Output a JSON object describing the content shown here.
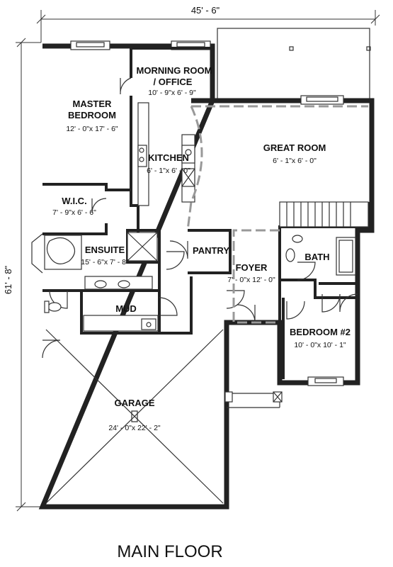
{
  "dimensions": {
    "width_label": "45' - 6\"",
    "depth_label": "61' - 8\""
  },
  "title": "MAIN FLOOR",
  "rooms": {
    "morning_room": {
      "name_line1": "MORNING ROOM",
      "name_line2": "/ OFFICE",
      "size": "10' - 9\"x 6' - 9\""
    },
    "master_bedroom": {
      "name_line1": "MASTER",
      "name_line2": "BEDROOM",
      "size": "12' - 0\"x 17' - 6\""
    },
    "great_room": {
      "name": "GREAT ROOM",
      "size": "6' - 1\"x 6' - 0\""
    },
    "kitchen": {
      "name": "KITCHEN",
      "size": "6' - 1\"x 6' - 0\""
    },
    "wic": {
      "name": "W.I.C.",
      "size": "7' - 9\"x 6' - 6\""
    },
    "ensuite": {
      "name": "ENSUITE",
      "size": "15' - 6\"x 7' - 8\""
    },
    "pantry": {
      "name": "PANTRY"
    },
    "foyer": {
      "name": "FOYER",
      "size": "7' - 0\"x 12' - 0\""
    },
    "bath": {
      "name": "BATH"
    },
    "mud": {
      "name": "MUD"
    },
    "bedroom2": {
      "name": "BEDROOM #2",
      "size": "10' - 0\"x 10' - 1\""
    },
    "garage": {
      "name": "GARAGE",
      "size": "24' - 0\"x 22' - 2\""
    }
  }
}
